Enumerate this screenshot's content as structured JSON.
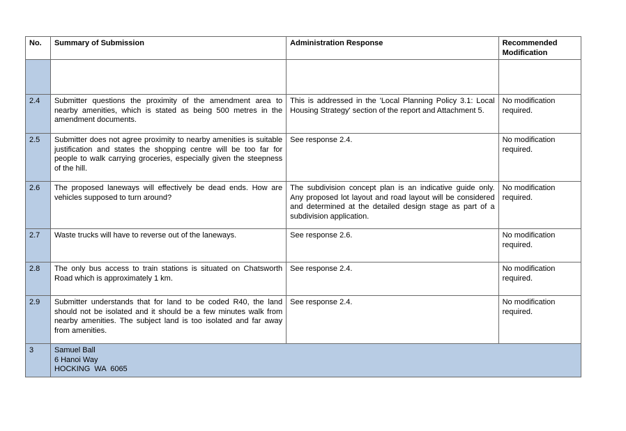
{
  "table": {
    "headers": {
      "no": "No.",
      "summary": "Summary of Submission",
      "response": "Administration Response",
      "modification_line1": "Recommended",
      "modification_line2": "Modification"
    },
    "rows": [
      {
        "no": "2.4",
        "summary": "Submitter questions the proximity of the amendment area to nearby amenities, which is stated as being 500 metres in the amendment documents.",
        "response": "This is addressed in the 'Local Planning Policy 3.1: Local Housing Strategy' section of the report and Attachment 5.",
        "modification": "No modification required."
      },
      {
        "no": "2.5",
        "summary": "Submitter does not agree proximity to nearby amenities is suitable justification and states the shopping centre will be too far for people to walk carrying groceries, especially given the steepness of the hill.",
        "response": "See response 2.4.",
        "modification": "No modification required."
      },
      {
        "no": "2.6",
        "summary": "The proposed laneways will effectively be dead ends. How are vehicles supposed to turn around?",
        "response": "The subdivision concept plan is an indicative guide only. Any proposed lot layout and road layout will be considered and determined at the detailed design stage as part of a subdivision application.",
        "modification": "No modification required."
      },
      {
        "no": "2.7",
        "summary": "Waste trucks will have to reverse out of the laneways.",
        "response": "See response 2.6.",
        "modification": "No modification required."
      },
      {
        "no": "2.8",
        "summary": "The only bus access to train stations is situated on Chatsworth Road which is approximately 1 km.",
        "response": "See response 2.4.",
        "modification": "No modification required."
      },
      {
        "no": "2.9",
        "summary": "Submitter understands that for land to be coded R40, the land should not be isolated and it should be a few minutes walk from nearby amenities.  The subject land is too isolated and far away from amenities.",
        "response": "See response 2.4.",
        "modification": "No modification required."
      }
    ],
    "submitter": {
      "no": "3",
      "name": "Samuel Ball",
      "street": "6 Hanoi Way",
      "suburb": "HOCKING  WA  6065"
    }
  }
}
